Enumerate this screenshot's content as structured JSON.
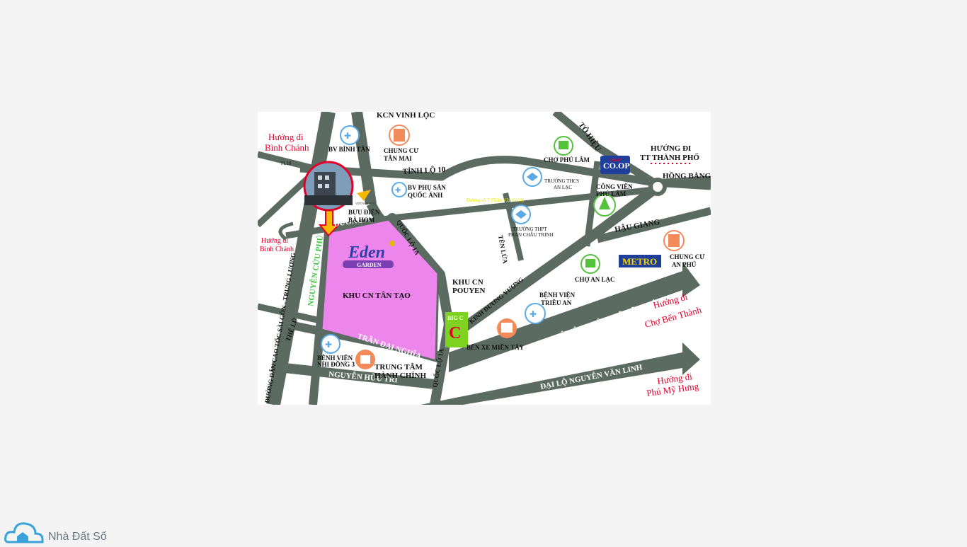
{
  "map": {
    "areas": {
      "industrial_zone": "KHU CN TÂN TẠO",
      "brand_name": "Eden",
      "brand_sub": "GARDEN"
    },
    "roads": {
      "kcn_vinh_loc": "KCN VINH LỘC",
      "tinh_lo_10": "TỈNH LỘ 10",
      "tl10": "TL10",
      "duong_so_7": "Đường số 7 (Trần Văn Giàu)",
      "duong_a": "ĐƯỜNG A",
      "quoc_lo_1a_top": "QUỐC LỘ 1A",
      "quoc_lo_1a_bottom": "QUỐC LỘ 1A",
      "nguyen_cuu_phu": "NGUYỄN CỬU PHÚ",
      "cao_toc": "ĐƯỜNG DẪN CAO TỐC SÀI GÒN - TRUNG LƯƠNG",
      "the_lu": "THẾ LỮ",
      "tran_dai_nghia": "TRẦN ĐẠI NGHĨA",
      "nguyen_huu_tri": "NGUYỄN HỮU TRÍ",
      "tan_tua": "TÊN LỬA",
      "kinh_duong_vuong": "KINH DƯƠNG VƯƠNG",
      "to_hieu": "TÔ HIỆU",
      "hong_bang": "HỒNG BÀNG",
      "hau_giang": "HẬU GIANG",
      "dai_lo_dong_tay": "ĐẠI LỘ ĐÔNG TÂY ( VÕ VĂN KIỆT )",
      "dai_lo_nvl": "ĐẠI LỘ NGUYỄN VĂN LINH"
    },
    "directions": {
      "binh_chanh_1": [
        "Hướng đi",
        "Bình Chánh"
      ],
      "binh_chanh_2": [
        "Hướng đi",
        "Bình Chánh"
      ],
      "trung_tam": [
        "HƯỚNG ĐI",
        "TT THÀNH PHỐ"
      ],
      "ben_thanh": [
        "Hướng đi",
        "Chợ Bến Thành"
      ],
      "phu_my_hung": [
        "Hướng đi",
        "Phú Mỹ Hưng"
      ]
    },
    "pois": {
      "bv_binh_tan": "BV BÌNH TÂN",
      "cc_tan_mai": [
        "CHUNG CƯ",
        "TÂN MAI"
      ],
      "bv_phu_san": [
        "BV PHỤ SẢN",
        "QUỐC ÁNH"
      ],
      "buu_dien": [
        "BƯU ĐIỆN",
        "BÀ HOM"
      ],
      "vietnam_post": "VIETNAM POST",
      "cho_phu_lam": "CHỢ PHÚ LÂM",
      "coop_mart": "CO.OP",
      "mart": "MART",
      "truong_thcs": [
        "TRƯỜNG THCS",
        "AN LẠC"
      ],
      "cong_vien": [
        "CÔNG VIÊN",
        "PHÚ LÂM"
      ],
      "truong_thpt": [
        "TRƯỜNG THPT",
        "PHAN CHÂU TRINH"
      ],
      "khu_cn_pouyen": [
        "KHU CN",
        "POUYEN"
      ],
      "metro": "METRO",
      "cc_an_phu": [
        "CHUNG CƯ",
        "AN PHÚ"
      ],
      "cho_an_lac": "CHỢ AN LẠC",
      "bv_trieu_an": [
        "BỆNH VIỆN",
        "TRIỀU AN"
      ],
      "big_c": "BIG C",
      "ben_xe": "BẾN XE MIỀN TÂY",
      "bv_nhi_dong": [
        "BỆNH VIỆN",
        "NHI ĐỒNG 3"
      ],
      "trung_tam_hc": [
        "TRUNG TÂM",
        "HÀNH CHÍNH"
      ]
    }
  },
  "watermark": {
    "text": "Nhà Đất Số"
  },
  "colors": {
    "road": "#5b6b62",
    "zone": "#ec86ec",
    "red": "#e2002b",
    "hospital": "#5aa9e6",
    "market": "#55c23b",
    "building": "#f28a5a"
  }
}
